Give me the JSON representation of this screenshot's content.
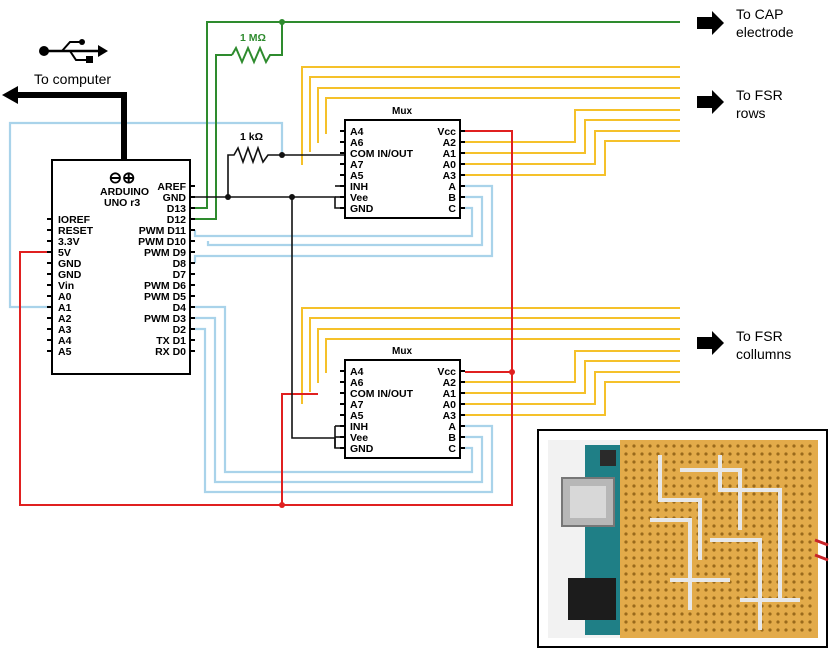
{
  "labels": {
    "to_computer": "To computer",
    "cap_line1": "To CAP",
    "cap_line2": "electrode",
    "fsr_rows_line1": "To FSR",
    "fsr_rows_line2": "rows",
    "fsr_cols_line1": "To FSR",
    "fsr_cols_line2": "collumns",
    "r1": "1 MΩ",
    "r2": "1 kΩ"
  },
  "arduino": {
    "brand": "ARDUINO",
    "model": "UNO r3",
    "logo": "⊖⊕",
    "left_pins": [
      "IOREF",
      "RESET",
      "3.3V",
      "5V",
      "GND",
      "GND",
      "Vin",
      "A0",
      "A1",
      "A2",
      "A3",
      "A4",
      "A5"
    ],
    "right_pins": [
      "AREF",
      "GND",
      "D13",
      "D12",
      "PWM D11",
      "PWM D10",
      "PWM D9",
      "D8",
      "D7",
      "PWM D6",
      "PWM D5",
      "D4",
      "PWM D3",
      "D2",
      "TX D1",
      "RX D0"
    ]
  },
  "mux": {
    "title": "Mux",
    "left_pins": [
      "A4",
      "A6",
      "COM IN/OUT",
      "A7",
      "A5",
      "INH",
      "Vee",
      "GND"
    ],
    "right_pins": [
      "Vcc",
      "A2",
      "A1",
      "A0",
      "A3",
      "A",
      "B",
      "C"
    ]
  },
  "icons": {
    "usb": "usb-icon",
    "arrow": "arrow-right-icon",
    "photo": "circuit-board-photo"
  },
  "colors": {
    "yellow": "#f5c12a",
    "blue": "#a9d3ea",
    "red": "#e02020",
    "green": "#2e8b2e",
    "black": "#111111"
  }
}
